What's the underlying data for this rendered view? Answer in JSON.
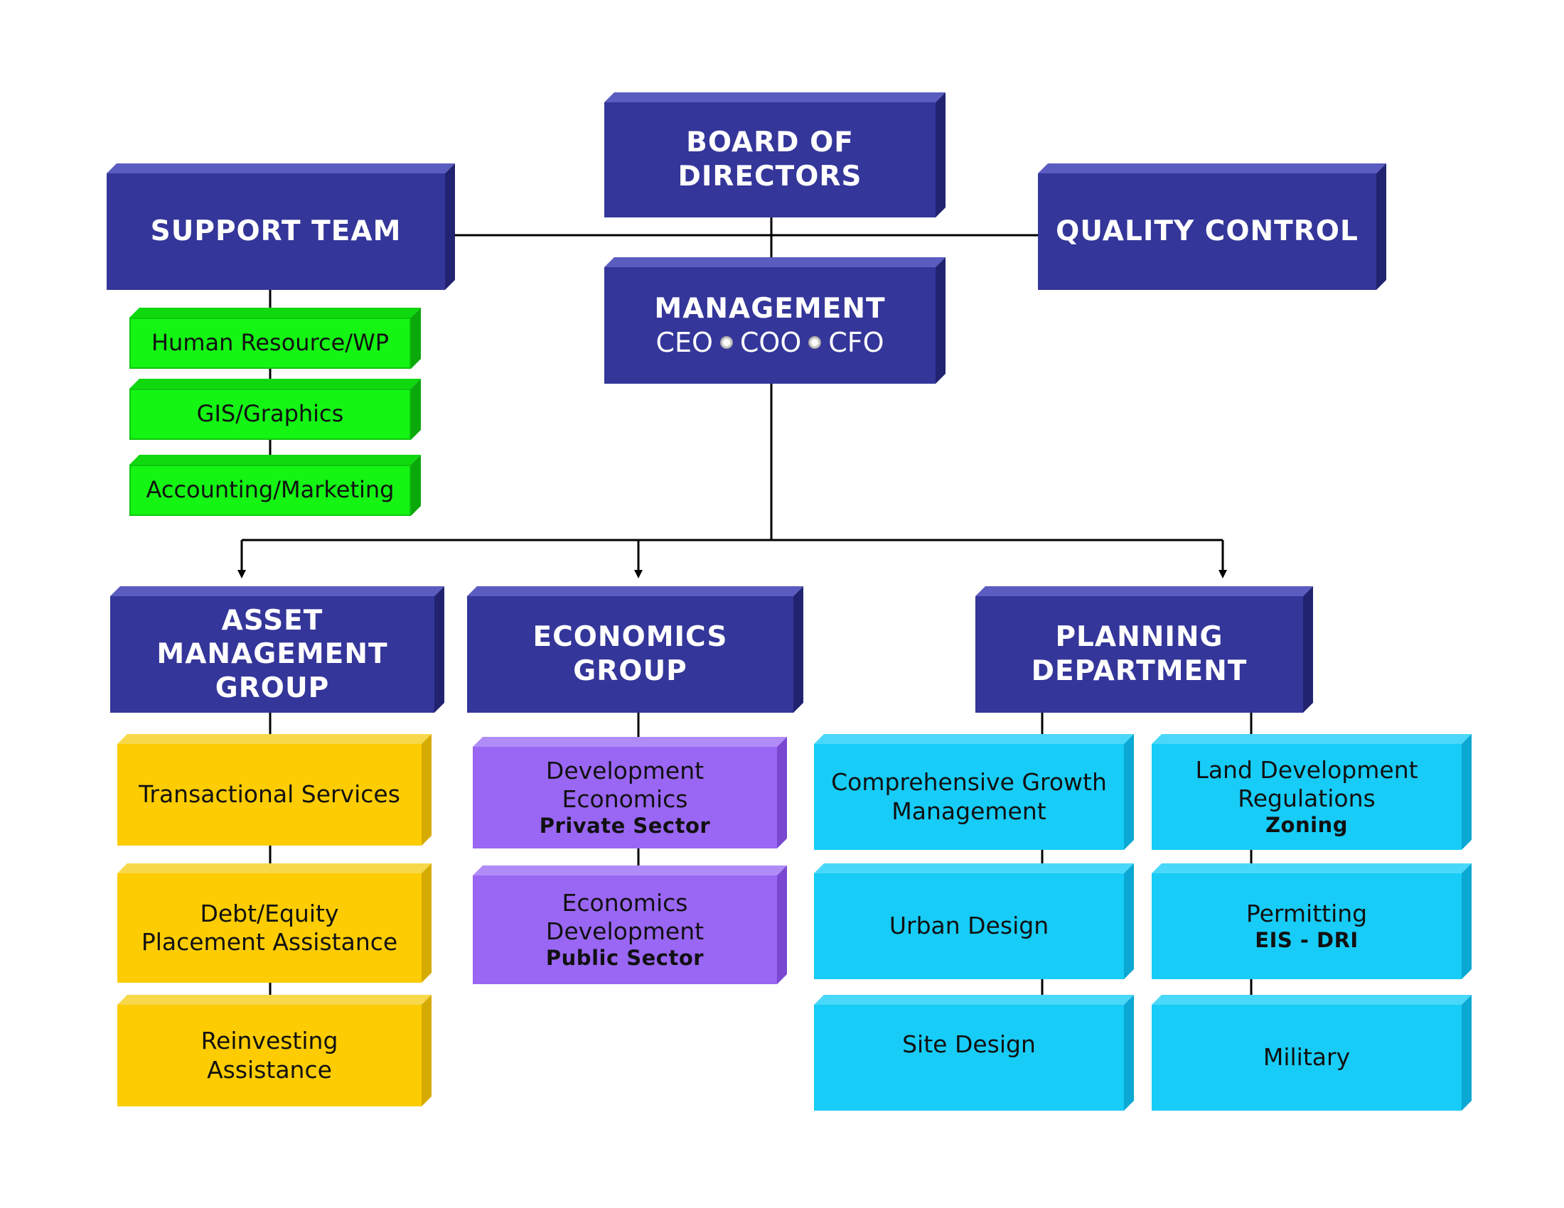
{
  "board": {
    "line1": "BOARD OF",
    "line2": "DIRECTORS"
  },
  "support_team": {
    "label": "SUPPORT TEAM"
  },
  "quality_control": {
    "label": "QUALITY CONTROL"
  },
  "management": {
    "title": "MANAGEMENT",
    "roles": [
      "CEO",
      "COO",
      "CFO"
    ]
  },
  "support_items": [
    {
      "label": "Human Resource/WP"
    },
    {
      "label": "GIS/Graphics"
    },
    {
      "label": "Accounting/Marketing"
    }
  ],
  "asset_group": {
    "line1": "ASSET MANAGEMENT",
    "line2": "GROUP",
    "items": [
      {
        "line1": "Transactional Services",
        "line2": ""
      },
      {
        "line1": "Debt/Equity",
        "line2": "Placement Assistance"
      },
      {
        "line1": "Reinvesting",
        "line2": "Assistance"
      }
    ]
  },
  "economics_group": {
    "line1": "ECONOMICS",
    "line2": "GROUP",
    "items": [
      {
        "line1": "Development",
        "line2": "Economics",
        "sub": "Private Sector"
      },
      {
        "line1": "Economics",
        "line2": "Development",
        "sub": "Public Sector"
      }
    ]
  },
  "planning_department": {
    "line1": "PLANNING",
    "line2": "DEPARTMENT",
    "left_items": [
      {
        "line1": "Comprehensive Growth",
        "line2": "Management",
        "sub": ""
      },
      {
        "line1": "Urban Design",
        "line2": "",
        "sub": ""
      },
      {
        "line1": "Site Design",
        "line2": "",
        "sub": ""
      }
    ],
    "right_items": [
      {
        "line1": "Land Development",
        "line2": "Regulations",
        "sub": "Zoning"
      },
      {
        "line1": "Permitting",
        "line2": "",
        "sub": "EIS - DRI"
      },
      {
        "line1": "Military",
        "line2": "",
        "sub": ""
      }
    ]
  },
  "colors": {
    "navy": "#34369a",
    "green": "#14f514",
    "yellow": "#fdcc02",
    "purple": "#9a66f4",
    "cyan": "#17ccf7",
    "line": "#000000"
  }
}
